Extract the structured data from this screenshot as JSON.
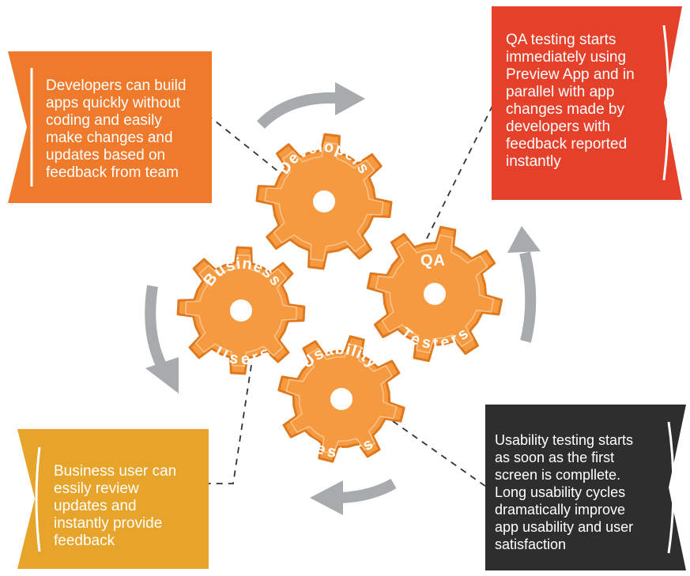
{
  "colors": {
    "gear_fill": "#F59A40",
    "gear_stroke": "#E0781E",
    "gear_hole": "#ffffff",
    "arrow": "#A7ABAD",
    "connector": "#333333",
    "note_developers": "#EF7A2C",
    "note_qa": "#E5402A",
    "note_business": "#E7A42A",
    "note_usability": "#2E2E2E"
  },
  "gears": {
    "developers": "Developers",
    "qa_line1": "QA",
    "qa_line2": "Testers",
    "business_line1": "Business",
    "business_line2": "Users",
    "usability_line1": "Usability",
    "usability_line2": "Testers"
  },
  "notes": {
    "developers": "Developers can build\napps quickly without\ncoding and easily\nmake changes and\nupdates based on\nfeedback from team",
    "qa": "QA testing starts\nimmediately using\nPreview App and in\nparallel with app\nchanges made by\ndevelopers with\nfeedback reported\ninstantly",
    "business": "Business user can\nessily review\nupdates and\ninstantly provide\nfeedback",
    "usability": "Usability testing starts\nas soon as the first\nscreen is compllete.\nLong usability cycles\ndramatically improve\napp usability and user\nsatisfaction"
  }
}
